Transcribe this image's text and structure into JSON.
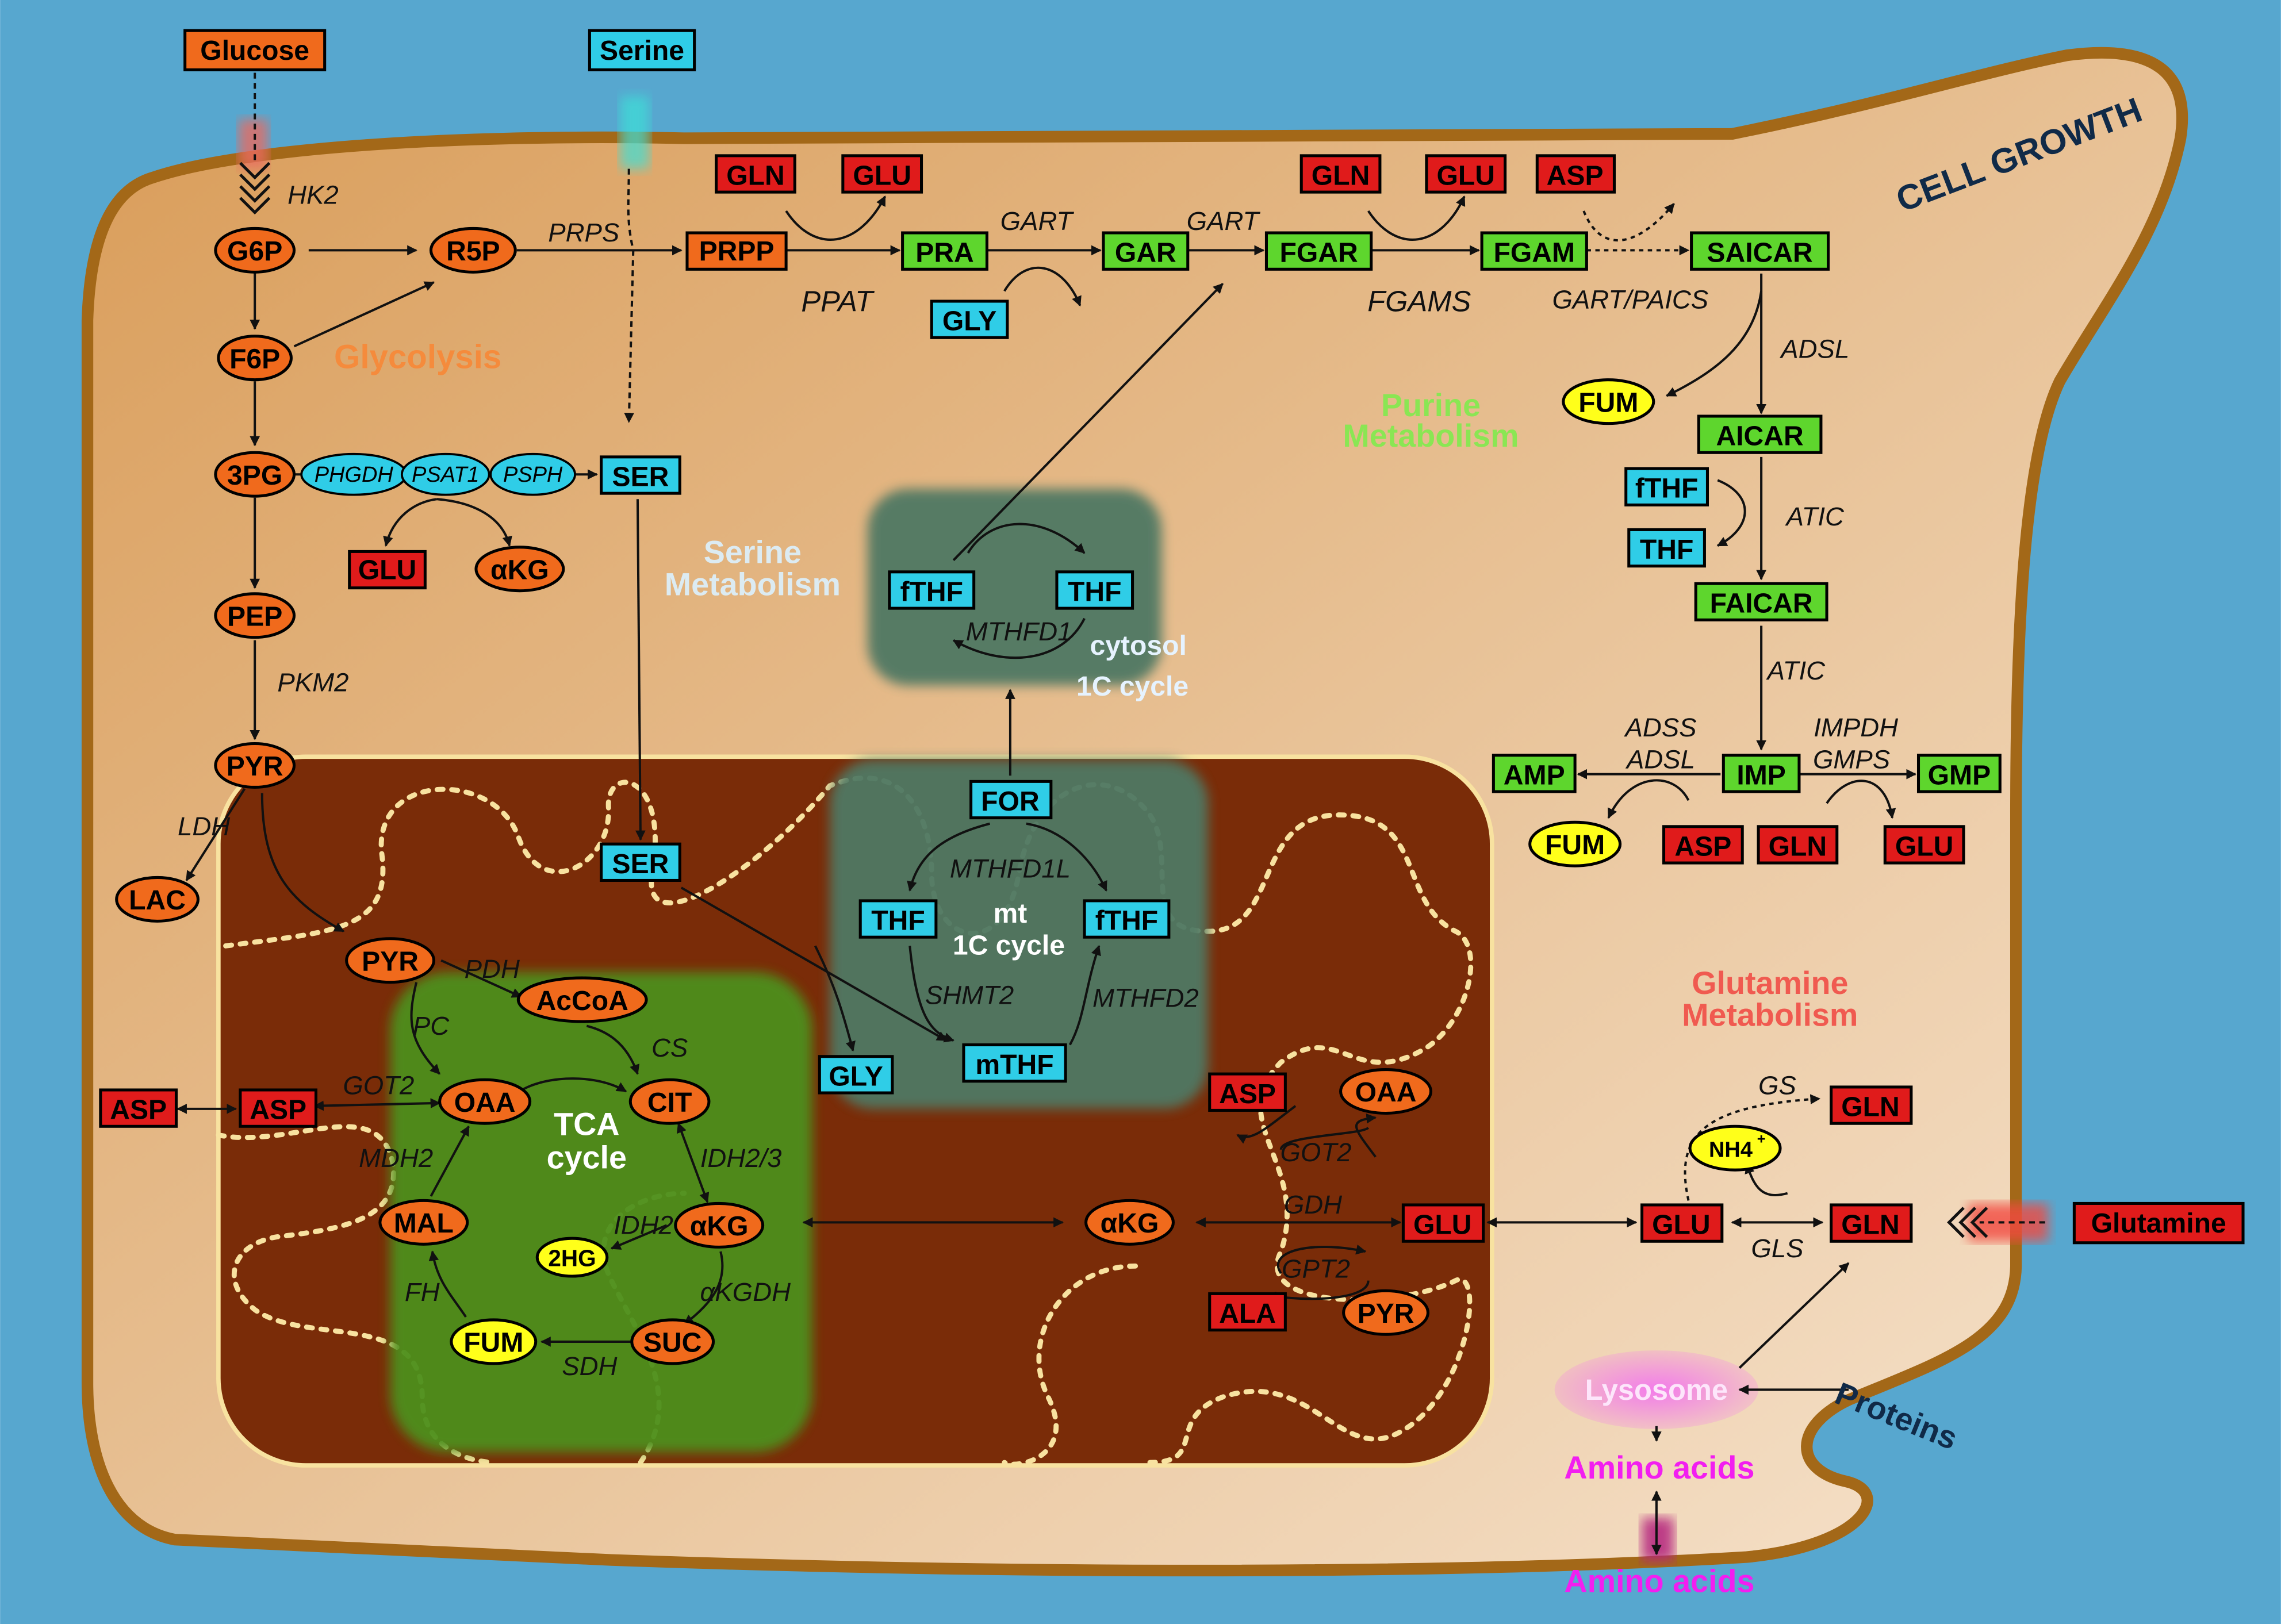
{
  "colors": {
    "outside": "#57a7cf",
    "cell": "#cd8d45",
    "cell_border": "#a36818",
    "mito": "#7a2c08",
    "mito_border": "#f8e2a0",
    "tca_area": "#4e8f1e",
    "cycle_area": "#4f7864",
    "orange": "#f06a1c",
    "red": "#e01b1b",
    "green": "#5ed62d",
    "cyan": "#2fcde7",
    "yellow": "#ffff1a",
    "pink": "#f06ae6",
    "magenta": "#f21ef0",
    "label_orange": "#f58b3c",
    "label_green": "#8ae653",
    "label_red": "#f05a50",
    "label_blue_light": "#dcebf2",
    "label_dark": "#102a48"
  },
  "regions": {
    "cell_growth": "CELL GROWTH",
    "glycolysis": "Glycolysis",
    "purine_1": "Purine",
    "purine_2": "Metabolism",
    "serine_1": "Serine",
    "serine_2": "Metabolism",
    "glutamine_1": "Glutamine",
    "glutamine_2": "Metabolism",
    "cytosol_cycle_1": "cytosol",
    "cytosol_cycle_2": "1C cycle",
    "mt_cycle_1": "mt",
    "mt_cycle_2": "1C cycle",
    "tca_1": "TCA",
    "tca_2": "cycle",
    "lysosome": "Lysosome",
    "amino_acids_in": "Amino acids",
    "amino_acids_out": "Amino acids",
    "proteins": "Proteins"
  },
  "sources": {
    "glucose": "Glucose",
    "serine": "Serine",
    "glutamine": "Glutamine"
  },
  "glycolysis": {
    "g6p": "G6P",
    "r5p": "R5P",
    "f6p": "F6P",
    "pg3": "3PG",
    "pep": "PEP",
    "pyr": "PYR",
    "lac": "LAC",
    "prpp": "PRPP",
    "glu": "GLU",
    "akg": "αKG",
    "enz_phgdh": "PHGDH",
    "enz_psat1": "PSAT1",
    "enz_psph": "PSPH"
  },
  "purine": {
    "gln1": "GLN",
    "glu1": "GLU",
    "pra": "PRA",
    "gly": "GLY",
    "gar": "GAR",
    "fgar": "FGAR",
    "gln2": "GLN",
    "glu2": "GLU",
    "fgam": "FGAM",
    "asp": "ASP",
    "saicar": "SAICAR",
    "fum1": "FUM",
    "aicar": "AICAR",
    "fthf": "fTHF",
    "thf": "THF",
    "faicar": "FAICAR",
    "imp": "IMP",
    "amp": "AMP",
    "gmp": "GMP",
    "fum2": "FUM",
    "asp2": "ASP",
    "gln3": "GLN",
    "glu3": "GLU"
  },
  "serine_nodes": {
    "ser_cyto": "SER",
    "ser_mito": "SER",
    "fthf_c": "fTHF",
    "thf_c": "THF",
    "for": "FOR",
    "thf_m": "THF",
    "fthf_m": "fTHF",
    "gly_m": "GLY",
    "mthf": "mTHF"
  },
  "mito": {
    "pyr": "PYR",
    "accoa": "AcCoA",
    "asp_out": "ASP",
    "asp_in": "ASP",
    "oaa": "OAA",
    "cit": "CIT",
    "mal": "MAL",
    "hg2": "2HG",
    "akg": "αKG",
    "fum": "FUM",
    "suc": "SUC",
    "akg2": "αKG",
    "asp_r": "ASP",
    "oaa_r": "OAA",
    "glu": "GLU",
    "ala": "ALA",
    "pyr_r": "PYR"
  },
  "glutamine_nodes": {
    "gln_top": "GLN",
    "nh4": "NH4",
    "nh4_sup": "+",
    "glu": "GLU",
    "gln": "GLN"
  },
  "enzymes": {
    "hk2": "HK2",
    "prps": "PRPS",
    "ppat": "PPAT",
    "gart1": "GART",
    "gart2": "GART",
    "fgams": "FGAMS",
    "gart_paics": "GART/PAICS",
    "adsl1": "ADSL",
    "atic1": "ATIC",
    "atic2": "ATIC",
    "adss": "ADSS",
    "adsl2": "ADSL",
    "impdh": "IMPDH",
    "gmps": "GMPS",
    "pkm2": "PKM2",
    "ldh": "LDH",
    "pdh": "PDH",
    "pc": "PC",
    "cs": "CS",
    "got2a": "GOT2",
    "mdh2": "MDH2",
    "idh23": "IDH2/3",
    "idh2": "IDH2",
    "akgdh": "αKGDH",
    "fh": "FH",
    "sdh": "SDH",
    "mthfd1": "MTHFD1",
    "mthfd1l": "MTHFD1L",
    "shmt2": "SHMT2",
    "mthfd2": "MTHFD2",
    "gdh": "GDH",
    "got2b": "GOT2",
    "gpt2": "GPT2",
    "gs": "GS",
    "gls": "GLS"
  }
}
